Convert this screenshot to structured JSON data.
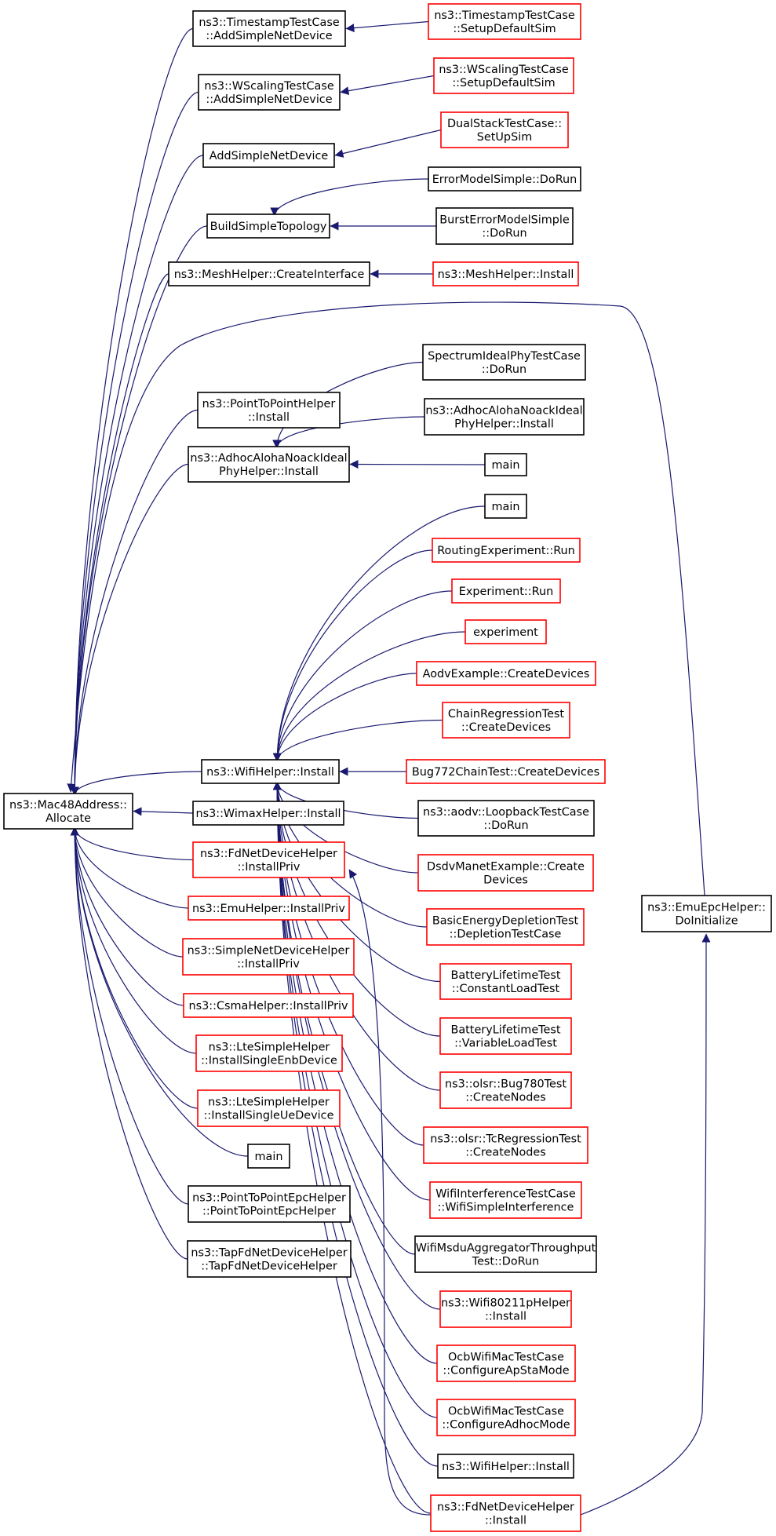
{
  "colors": {
    "edge": "#191970",
    "node_border_default": "#000000",
    "node_border_link": "#ff0000",
    "node_fill_root": "#bfbfbf",
    "node_fill": "#ffffff"
  },
  "nodes": [
    {
      "id": "root",
      "lines": [
        "ns3::Mac48Address::",
        "Allocate"
      ],
      "kind": "root"
    },
    {
      "id": "ts_add",
      "lines": [
        "ns3::TimestampTestCase",
        "::AddSimpleNetDevice"
      ],
      "kind": "default"
    },
    {
      "id": "ts_setup",
      "lines": [
        "ns3::TimestampTestCase",
        "::SetupDefaultSim"
      ],
      "kind": "link"
    },
    {
      "id": "ws_add",
      "lines": [
        "ns3::WScalingTestCase",
        "::AddSimpleNetDevice"
      ],
      "kind": "default"
    },
    {
      "id": "ws_setup",
      "lines": [
        "ns3::WScalingTestCase",
        "::SetupDefaultSim"
      ],
      "kind": "link"
    },
    {
      "id": "add_simple",
      "lines": [
        "AddSimpleNetDevice"
      ],
      "kind": "default"
    },
    {
      "id": "dual_stack",
      "lines": [
        "DualStackTestCase::",
        "SetUpSim"
      ],
      "kind": "link"
    },
    {
      "id": "build_topo",
      "lines": [
        "BuildSimpleTopology"
      ],
      "kind": "default"
    },
    {
      "id": "err_model",
      "lines": [
        "ErrorModelSimple::DoRun"
      ],
      "kind": "default"
    },
    {
      "id": "burst_err",
      "lines": [
        "BurstErrorModelSimple",
        "::DoRun"
      ],
      "kind": "default"
    },
    {
      "id": "mesh_ci",
      "lines": [
        "ns3::MeshHelper::CreateInterface"
      ],
      "kind": "default"
    },
    {
      "id": "mesh_install",
      "lines": [
        "ns3::MeshHelper::Install"
      ],
      "kind": "link"
    },
    {
      "id": "p2p_install",
      "lines": [
        "ns3::PointToPointHelper",
        "::Install"
      ],
      "kind": "default"
    },
    {
      "id": "spec_ideal",
      "lines": [
        "SpectrumIdealPhyTestCase",
        "::DoRun"
      ],
      "kind": "default"
    },
    {
      "id": "aloha_left",
      "lines": [
        "ns3::AdhocAlohaNoackIdeal",
        "PhyHelper::Install"
      ],
      "kind": "default"
    },
    {
      "id": "aloha_right",
      "lines": [
        "ns3::AdhocAlohaNoackIdeal",
        "PhyHelper::Install"
      ],
      "kind": "default"
    },
    {
      "id": "main_a",
      "lines": [
        "main"
      ],
      "kind": "default"
    },
    {
      "id": "main_b",
      "lines": [
        "main"
      ],
      "kind": "default"
    },
    {
      "id": "routing_exp",
      "lines": [
        "RoutingExperiment::Run"
      ],
      "kind": "link"
    },
    {
      "id": "experiment_run",
      "lines": [
        "Experiment::Run"
      ],
      "kind": "link"
    },
    {
      "id": "experiment",
      "lines": [
        "experiment"
      ],
      "kind": "link"
    },
    {
      "id": "aodv_example",
      "lines": [
        "AodvExample::CreateDevices"
      ],
      "kind": "link"
    },
    {
      "id": "chain_reg",
      "lines": [
        "ChainRegressionTest",
        "::CreateDevices"
      ],
      "kind": "link"
    },
    {
      "id": "wifi_install",
      "lines": [
        "ns3::WifiHelper::Install"
      ],
      "kind": "default"
    },
    {
      "id": "bug772",
      "lines": [
        "Bug772ChainTest::CreateDevices"
      ],
      "kind": "link"
    },
    {
      "id": "aodv_loopback",
      "lines": [
        "ns3::aodv::LoopbackTestCase",
        "::DoRun"
      ],
      "kind": "default"
    },
    {
      "id": "wimax_install",
      "lines": [
        "ns3::WimaxHelper::Install"
      ],
      "kind": "default"
    },
    {
      "id": "fd_installpriv",
      "lines": [
        "ns3::FdNetDeviceHelper",
        "::InstallPriv"
      ],
      "kind": "link"
    },
    {
      "id": "dsdv_manet",
      "lines": [
        "DsdvManetExample::Create",
        "Devices"
      ],
      "kind": "link"
    },
    {
      "id": "emu_epc",
      "lines": [
        "ns3::EmuEpcHelper::",
        "DoInitialize"
      ],
      "kind": "default"
    },
    {
      "id": "emu_installpriv",
      "lines": [
        "ns3::EmuHelper::InstallPriv"
      ],
      "kind": "link"
    },
    {
      "id": "basic_energy",
      "lines": [
        "BasicEnergyDepletionTest",
        "::DepletionTestCase"
      ],
      "kind": "link"
    },
    {
      "id": "simple_ndh",
      "lines": [
        "ns3::SimpleNetDeviceHelper",
        "::InstallPriv"
      ],
      "kind": "link"
    },
    {
      "id": "battery_const",
      "lines": [
        "BatteryLifetimeTest",
        "::ConstantLoadTest"
      ],
      "kind": "link"
    },
    {
      "id": "csma_installpriv",
      "lines": [
        "ns3::CsmaHelper::InstallPriv"
      ],
      "kind": "link"
    },
    {
      "id": "battery_var",
      "lines": [
        "BatteryLifetimeTest",
        "::VariableLoadTest"
      ],
      "kind": "link"
    },
    {
      "id": "lte_enb",
      "lines": [
        "ns3::LteSimpleHelper",
        "::InstallSingleEnbDevice"
      ],
      "kind": "link"
    },
    {
      "id": "olsr_bug780",
      "lines": [
        "ns3::olsr::Bug780Test",
        "::CreateNodes"
      ],
      "kind": "link"
    },
    {
      "id": "lte_ue",
      "lines": [
        "ns3::LteSimpleHelper",
        "::InstallSingleUeDevice"
      ],
      "kind": "link"
    },
    {
      "id": "olsr_tc",
      "lines": [
        "ns3::olsr::TcRegressionTest",
        "::CreateNodes"
      ],
      "kind": "link"
    },
    {
      "id": "main_c",
      "lines": [
        "main"
      ],
      "kind": "default"
    },
    {
      "id": "wifi_interf",
      "lines": [
        "WifiInterferenceTestCase",
        "::WifiSimpleInterference"
      ],
      "kind": "link"
    },
    {
      "id": "p2p_epc",
      "lines": [
        "ns3::PointToPointEpcHelper",
        "::PointToPointEpcHelper"
      ],
      "kind": "default"
    },
    {
      "id": "wifi_msdu",
      "lines": [
        "WifiMsduAggregatorThroughput",
        "Test::DoRun"
      ],
      "kind": "default"
    },
    {
      "id": "tapfd",
      "lines": [
        "ns3::TapFdNetDeviceHelper",
        "::TapFdNetDeviceHelper"
      ],
      "kind": "default"
    },
    {
      "id": "wifi80211p",
      "lines": [
        "ns3::Wifi80211pHelper",
        "::Install"
      ],
      "kind": "link"
    },
    {
      "id": "ocb_apsta",
      "lines": [
        "OcbWifiMacTestCase",
        "::ConfigureApStaMode"
      ],
      "kind": "link"
    },
    {
      "id": "ocb_adhoc",
      "lines": [
        "OcbWifiMacTestCase",
        "::ConfigureAdhocMode"
      ],
      "kind": "link"
    },
    {
      "id": "wifi_install2",
      "lines": [
        "ns3::WifiHelper::Install"
      ],
      "kind": "default"
    },
    {
      "id": "fd_install",
      "lines": [
        "ns3::FdNetDeviceHelper",
        "::Install"
      ],
      "kind": "link"
    }
  ],
  "edges": [
    [
      "ts_add",
      "root"
    ],
    [
      "ws_add",
      "root"
    ],
    [
      "add_simple",
      "root"
    ],
    [
      "build_topo",
      "root"
    ],
    [
      "mesh_ci",
      "root"
    ],
    [
      "emu_epc",
      "root"
    ],
    [
      "p2p_install",
      "root"
    ],
    [
      "aloha_left",
      "root"
    ],
    [
      "wifi_install",
      "root"
    ],
    [
      "wimax_install",
      "root"
    ],
    [
      "fd_installpriv",
      "root"
    ],
    [
      "emu_installpriv",
      "root"
    ],
    [
      "simple_ndh",
      "root"
    ],
    [
      "csma_installpriv",
      "root"
    ],
    [
      "lte_enb",
      "root"
    ],
    [
      "lte_ue",
      "root"
    ],
    [
      "main_c",
      "root"
    ],
    [
      "p2p_epc",
      "root"
    ],
    [
      "tapfd",
      "root"
    ],
    [
      "ts_setup",
      "ts_add"
    ],
    [
      "ws_setup",
      "ws_add"
    ],
    [
      "dual_stack",
      "add_simple"
    ],
    [
      "err_model",
      "build_topo"
    ],
    [
      "burst_err",
      "build_topo"
    ],
    [
      "mesh_install",
      "mesh_ci"
    ],
    [
      "spec_ideal",
      "aloha_left"
    ],
    [
      "aloha_right",
      "aloha_left"
    ],
    [
      "main_a",
      "aloha_left"
    ],
    [
      "main_b",
      "wifi_install"
    ],
    [
      "routing_exp",
      "wifi_install"
    ],
    [
      "experiment_run",
      "wifi_install"
    ],
    [
      "experiment",
      "wifi_install"
    ],
    [
      "aodv_example",
      "wifi_install"
    ],
    [
      "chain_reg",
      "wifi_install"
    ],
    [
      "bug772",
      "wifi_install"
    ],
    [
      "aodv_loopback",
      "wifi_install"
    ],
    [
      "dsdv_manet",
      "wifi_install"
    ],
    [
      "basic_energy",
      "wifi_install"
    ],
    [
      "battery_const",
      "wifi_install"
    ],
    [
      "battery_var",
      "wifi_install"
    ],
    [
      "olsr_bug780",
      "wifi_install"
    ],
    [
      "olsr_tc",
      "wifi_install"
    ],
    [
      "wifi_interf",
      "wifi_install"
    ],
    [
      "wifi_msdu",
      "wifi_install"
    ],
    [
      "wifi80211p",
      "wifi_install"
    ],
    [
      "ocb_apsta",
      "wifi_install"
    ],
    [
      "ocb_adhoc",
      "wifi_install"
    ],
    [
      "wifi_install2",
      "wifi_install"
    ],
    [
      "fd_install",
      "wifi_install"
    ],
    [
      "fd_install",
      "fd_installpriv"
    ],
    [
      "fd_install",
      "emu_epc"
    ]
  ]
}
